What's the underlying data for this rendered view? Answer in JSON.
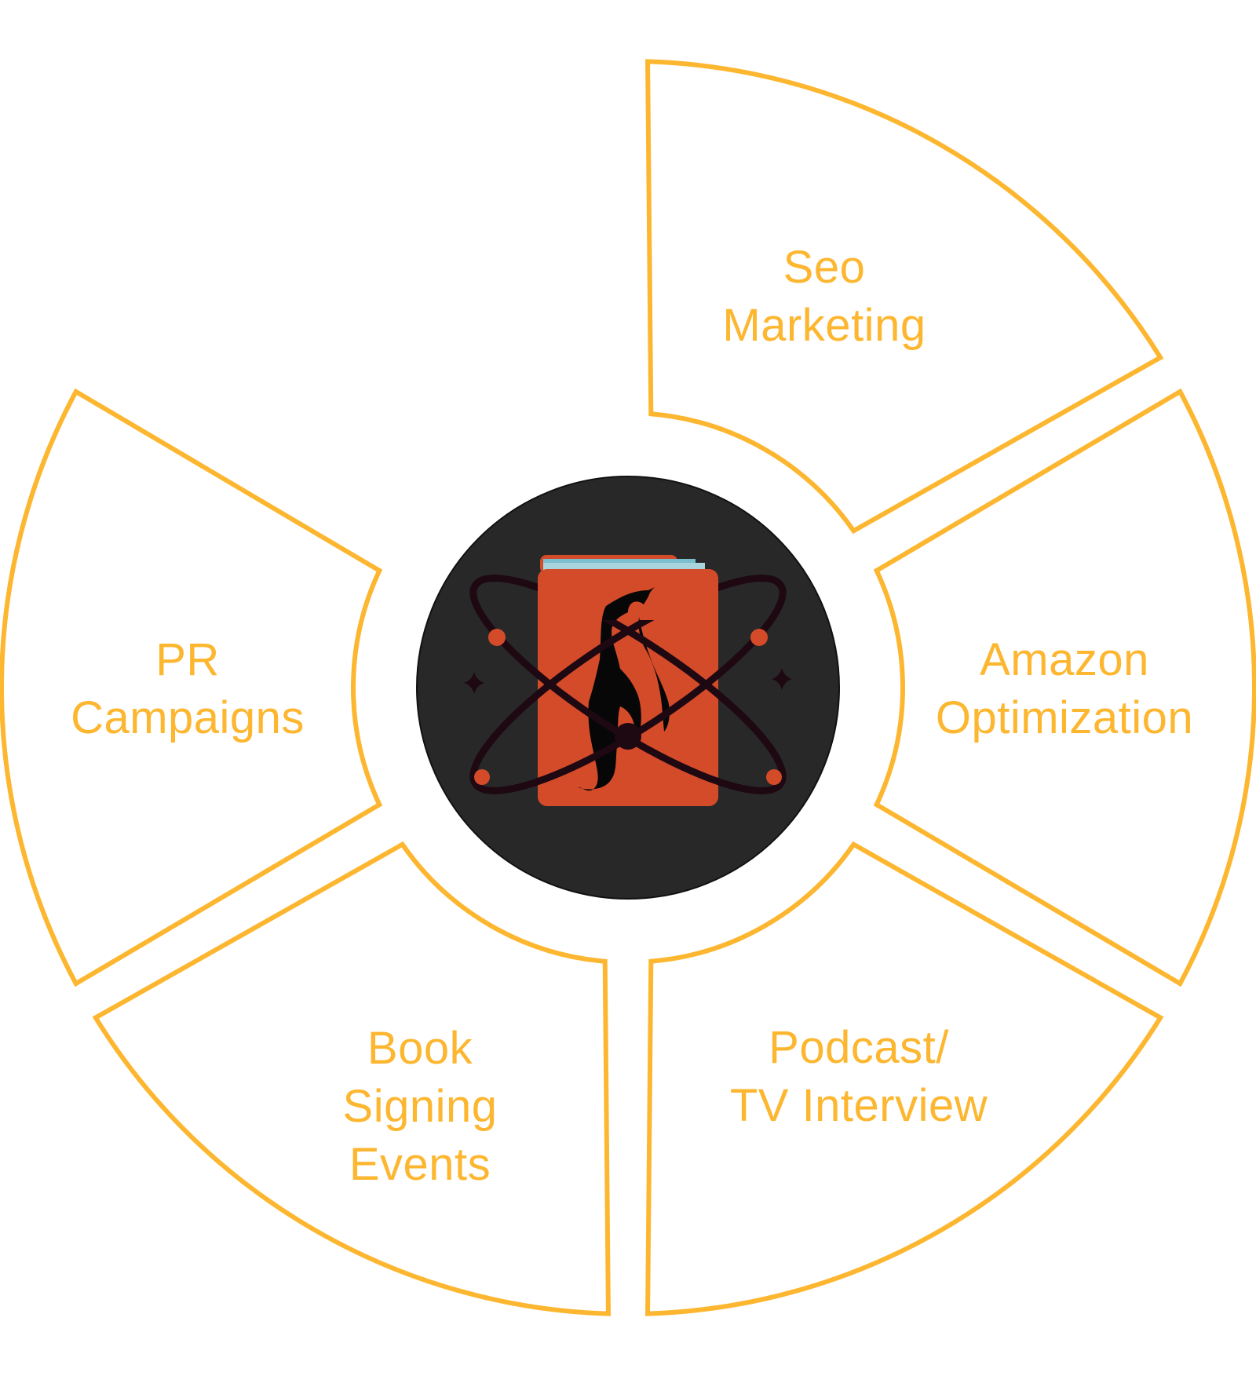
{
  "colors": {
    "accent": "#FDB62F",
    "hub": "#282828",
    "book": "#D44B2A",
    "orbit": "#1E0812",
    "pages": "#A9D3DD"
  },
  "hub": {
    "icon": "book-penguin-atom-logo"
  },
  "segments": [
    {
      "id": "seo",
      "lines": [
        "Seo",
        "Marketing"
      ]
    },
    {
      "id": "amazon",
      "lines": [
        "Amazon",
        "Optimization"
      ]
    },
    {
      "id": "podcast",
      "lines": [
        "Podcast/",
        "TV Interview"
      ]
    },
    {
      "id": "book-signing",
      "lines": [
        "Book",
        "Signing",
        "Events"
      ]
    },
    {
      "id": "pr",
      "lines": [
        "PR",
        "Campaigns"
      ]
    }
  ]
}
